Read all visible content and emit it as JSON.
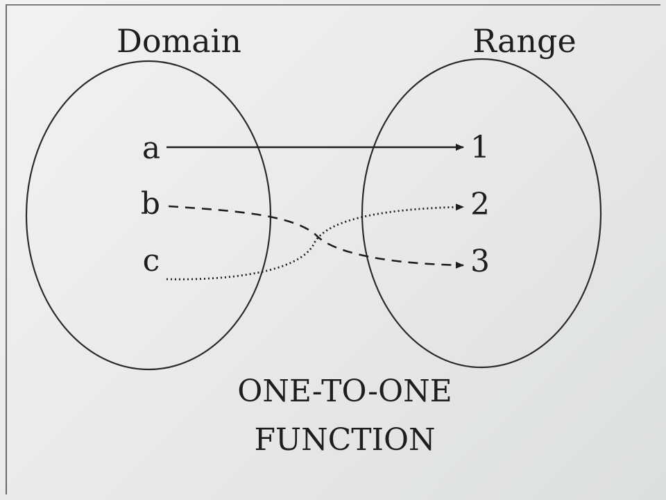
{
  "diagram": {
    "domain_title": "Domain",
    "range_title": "Range",
    "domain_items": [
      "a",
      "b",
      "c"
    ],
    "range_items": [
      "1",
      "2",
      "3"
    ],
    "caption_line1": "ONE-TO-ONE",
    "caption_line2": "FUNCTION",
    "mappings": [
      {
        "from": "a",
        "to": "1",
        "style": "solid"
      },
      {
        "from": "b",
        "to": "3",
        "style": "dashed"
      },
      {
        "from": "c",
        "to": "2",
        "style": "dotted"
      }
    ],
    "ink_color": "#1e1e1e"
  }
}
